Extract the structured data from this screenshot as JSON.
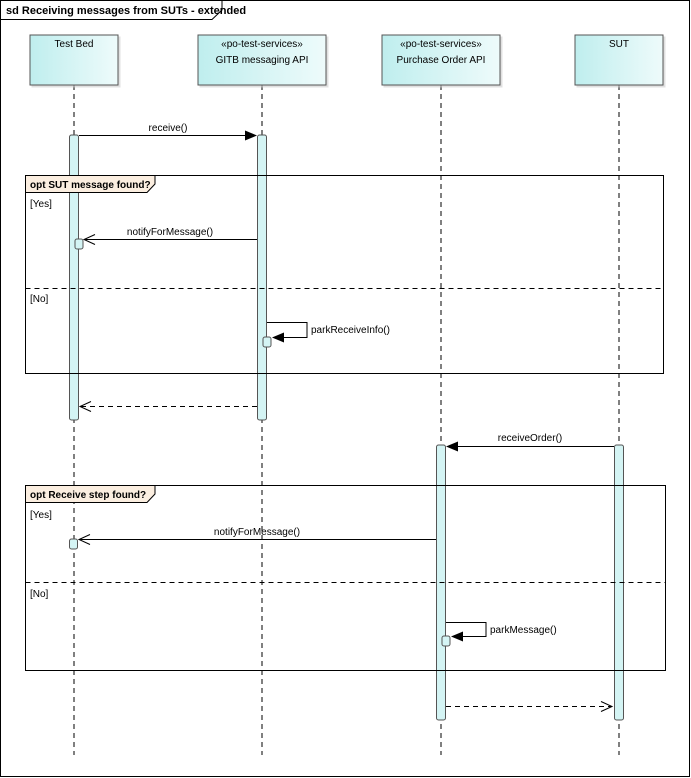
{
  "diagram": {
    "frame_title": "sd Receiving messages from SUTs - extended",
    "lifelines": [
      {
        "stereotype": "",
        "name": "Test Bed"
      },
      {
        "stereotype": "«po-test-services»",
        "name": "GITB messaging API"
      },
      {
        "stereotype": "«po-test-services»",
        "name": "Purchase Order API"
      },
      {
        "stereotype": "",
        "name": "SUT"
      }
    ],
    "messages": {
      "receive": "receive()",
      "notify1": "notifyForMessage()",
      "park_receive": "parkReceiveInfo()",
      "receive_order": "receiveOrder()",
      "notify2": "notifyForMessage()",
      "park_message": "parkMessage()"
    },
    "fragments": {
      "opt1": {
        "title": "opt SUT message found?",
        "guard_yes": "[Yes]",
        "guard_no": "[No]"
      },
      "opt2": {
        "title": "opt Receive step found?",
        "guard_yes": "[Yes]",
        "guard_no": "[No]"
      }
    },
    "colors": {
      "lifeline_fill": "#d4f4f4",
      "header_fill": "#dcf7f7",
      "fragment_tab": "#fbeee0"
    }
  }
}
